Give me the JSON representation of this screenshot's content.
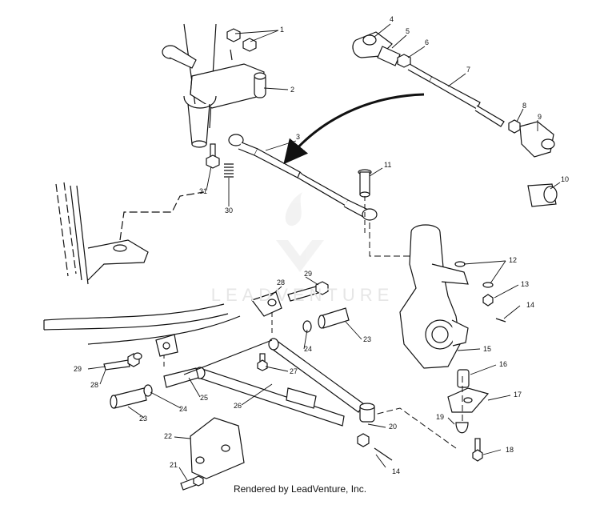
{
  "diagram": {
    "callouts": [
      "1",
      "2",
      "3",
      "4",
      "5",
      "6",
      "7",
      "8",
      "9",
      "10",
      "11",
      "12",
      "13",
      "14",
      "15",
      "16",
      "17",
      "18",
      "19",
      "20",
      "21",
      "22",
      "23",
      "24",
      "25",
      "26",
      "27",
      "28",
      "29",
      "30",
      "31",
      "14",
      "23",
      "24",
      "28",
      "29"
    ],
    "watermark": "LEADVENTURE",
    "credit": "Rendered by LeadVenture, Inc."
  }
}
